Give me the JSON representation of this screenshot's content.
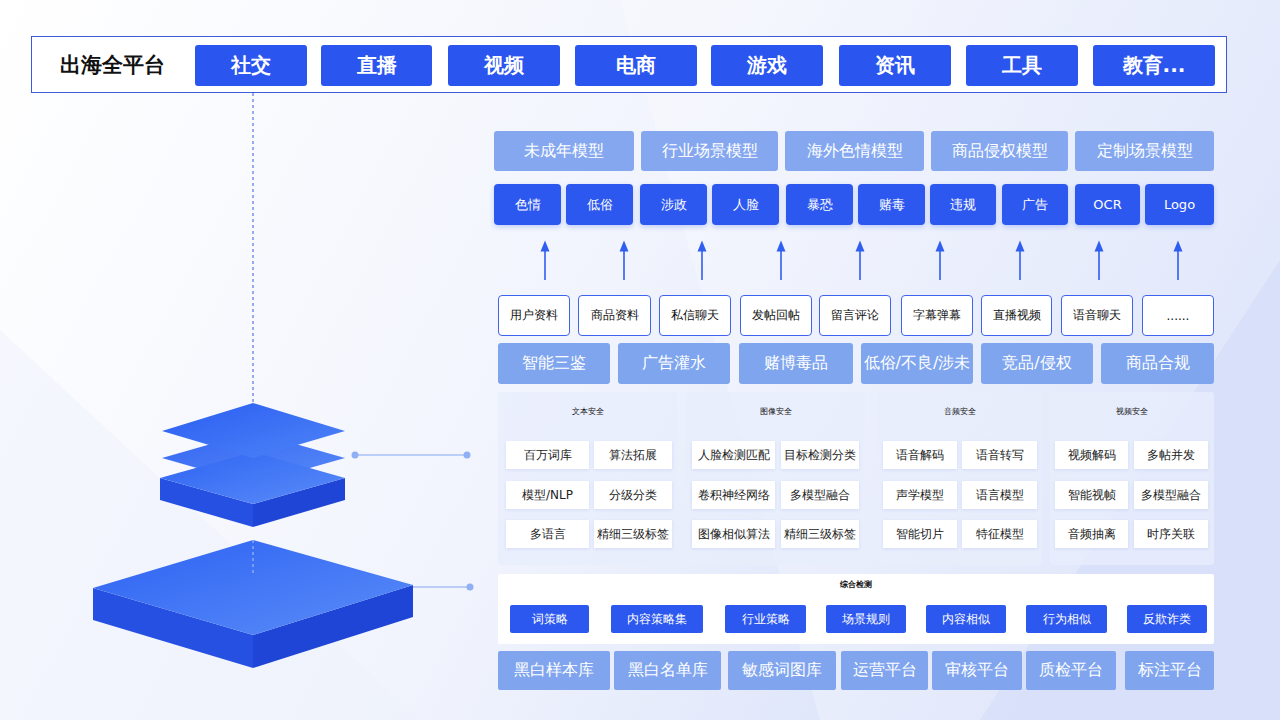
{
  "diagram": {
    "nodes": [
      {
        "text": [
          "出海全平台"
        ]
      },
      {
        "text": [
          "社交"
        ],
        "in": 0
      },
      {
        "text": [
          "直播"
        ],
        "in": 0
      },
      {
        "text": [
          "视频"
        ],
        "in": 0
      },
      {
        "text": [
          "电商"
        ],
        "in": 0
      },
      {
        "text": [
          "游戏"
        ],
        "in": 0
      },
      {
        "text": [
          "资讯"
        ],
        "in": 0
      },
      {
        "text": [
          "工具"
        ],
        "in": 0
      },
      {
        "text": [
          "教育..."
        ],
        "in": 0
      },
      {
        "text": [
          "未成年模型"
        ]
      },
      {
        "text": [
          "行业场景模型"
        ]
      },
      {
        "text": [
          "海外色情模型"
        ]
      },
      {
        "text": [
          "商品侵权模型"
        ]
      },
      {
        "text": [
          "定制场景模型"
        ]
      },
      {
        "text": [
          "色情"
        ]
      },
      {
        "text": [
          "低俗"
        ]
      },
      {
        "text": [
          "涉政"
        ]
      },
      {
        "text": [
          "人脸"
        ]
      },
      {
        "text": [
          "暴恐"
        ]
      },
      {
        "text": [
          "赌毒"
        ]
      },
      {
        "text": [
          "违规"
        ]
      },
      {
        "text": [
          "广告"
        ]
      },
      {
        "text": [
          "OCR"
        ]
      },
      {
        "text": [
          "Logo"
        ]
      },
      {
        "text": [
          "用户资料"
        ]
      },
      {
        "text": [
          "商品资料"
        ]
      },
      {
        "text": [
          "私信聊天"
        ]
      },
      {
        "text": [
          "发帖回帖"
        ]
      },
      {
        "text": [
          "留言评论"
        ]
      },
      {
        "text": [
          "字幕弹幕"
        ]
      },
      {
        "text": [
          "直播视频"
        ]
      },
      {
        "text": [
          "语音聊天"
        ]
      },
      {
        "text": [
          "......"
        ]
      },
      {
        "text": [
          "智能三鉴"
        ]
      },
      {
        "text": [
          "广告灌水"
        ]
      },
      {
        "text": [
          "赌博毒品"
        ]
      },
      {
        "text": [
          "低俗/不良/涉未"
        ]
      },
      {
        "text": [
          "竞品/侵权"
        ]
      },
      {
        "text": [
          "商品合规"
        ]
      },
      {
        "text": [
          "文本安全"
        ]
      },
      {
        "text": [
          "百万词库"
        ],
        "in": 39
      },
      {
        "text": [
          "算法拓展"
        ],
        "in": 39
      },
      {
        "text": [
          "模型/NLP"
        ],
        "in": 39
      },
      {
        "text": [
          "分级分类"
        ],
        "in": 39
      },
      {
        "text": [
          "多语言"
        ],
        "in": 39
      },
      {
        "text": [
          "精细三级标签"
        ],
        "in": 39
      },
      {
        "text": [
          "图像安全"
        ]
      },
      {
        "text": [
          "人脸检测匹配"
        ],
        "in": 46
      },
      {
        "text": [
          "目标检测分类"
        ],
        "in": 46
      },
      {
        "text": [
          "卷积神经网络"
        ],
        "in": 46
      },
      {
        "text": [
          "多模型融合"
        ],
        "in": 46
      },
      {
        "text": [
          "图像相似算法"
        ],
        "in": 46
      },
      {
        "text": [
          "精细三级标签"
        ],
        "in": 46
      },
      {
        "text": [
          "音频安全"
        ]
      },
      {
        "text": [
          "语音解码"
        ],
        "in": 53
      },
      {
        "text": [
          "语音转写"
        ],
        "in": 53
      },
      {
        "text": [
          "声学模型"
        ],
        "in": 53
      },
      {
        "text": [
          "语言模型"
        ],
        "in": 53
      },
      {
        "text": [
          "智能切片"
        ],
        "in": 53
      },
      {
        "text": [
          "特征模型"
        ],
        "in": 53
      },
      {
        "text": [
          "视频安全"
        ]
      },
      {
        "text": [
          "视频解码"
        ],
        "in": 60
      },
      {
        "text": [
          "多帖并发"
        ],
        "in": 60
      },
      {
        "text": [
          "智能视帧"
        ],
        "in": 60
      },
      {
        "text": [
          "多模型融合"
        ],
        "in": 60
      },
      {
        "text": [
          "音频抽离"
        ],
        "in": 60
      },
      {
        "text": [
          "时序关联"
        ],
        "in": 60
      },
      {
        "text": [
          "综合检测"
        ]
      },
      {
        "text": [
          "词策略"
        ],
        "in": 67
      },
      {
        "text": [
          "内容策略集"
        ],
        "in": 67
      },
      {
        "text": [
          "行业策略"
        ],
        "in": 67
      },
      {
        "text": [
          "场景规则"
        ],
        "in": 67
      },
      {
        "text": [
          "内容相似"
        ],
        "in": 67
      },
      {
        "text": [
          "行为相似"
        ],
        "in": 67
      },
      {
        "text": [
          "反欺诈类"
        ],
        "in": 67
      },
      {
        "text": [
          "黑白样本库"
        ]
      },
      {
        "text": [
          "黑白名单库"
        ]
      },
      {
        "text": [
          "敏感词图库"
        ]
      },
      {
        "text": [
          "运营平台"
        ]
      },
      {
        "text": [
          "审核平台"
        ]
      },
      {
        "text": [
          "质检平台"
        ]
      },
      {
        "text": [
          "标注平台"
        ]
      }
    ]
  }
}
